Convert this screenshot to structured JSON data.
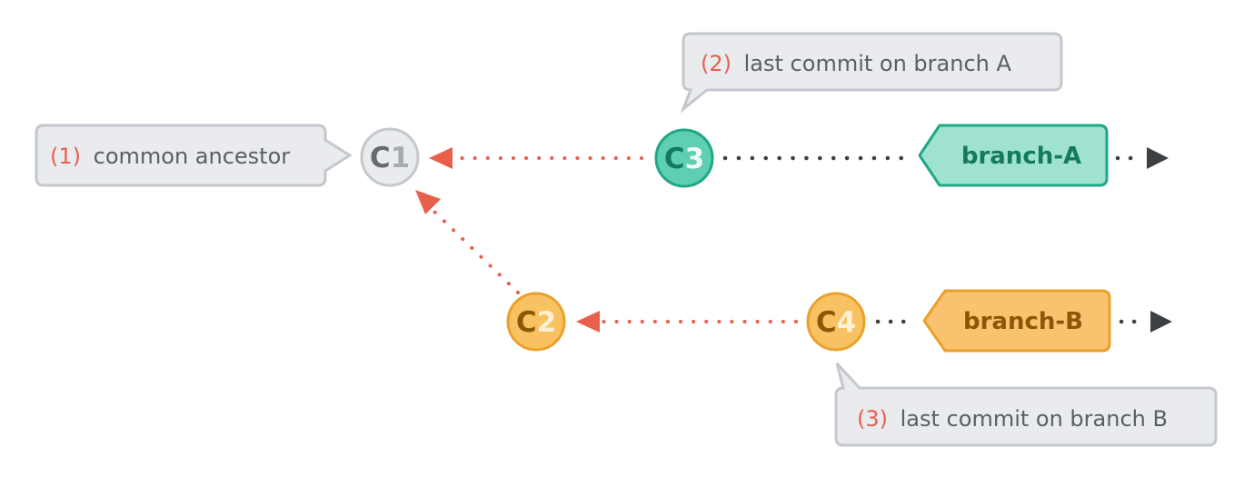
{
  "callouts": {
    "ancestor": {
      "num": "(1)",
      "text": "common ancestor"
    },
    "branch_a": {
      "num": "(2)",
      "text": "last commit on branch A"
    },
    "branch_b": {
      "num": "(3)",
      "text": "last commit on branch B"
    }
  },
  "commits": {
    "c1": {
      "prefix": "C",
      "num": "1"
    },
    "c2": {
      "prefix": "C",
      "num": "2"
    },
    "c3": {
      "prefix": "C",
      "num": "3"
    },
    "c4": {
      "prefix": "C",
      "num": "4"
    }
  },
  "branches": {
    "a": {
      "label": "branch-A"
    },
    "b": {
      "label": "branch-B"
    }
  },
  "colors": {
    "ancestor_fill": "#e9ebee",
    "ancestor_stroke": "#c4c8cd",
    "ancestor_text": "#666b72",
    "ancestor_num": "#a6abb2",
    "teal_fill": "#5fcfb1",
    "teal_stroke": "#1ea886",
    "teal_text": "#137a5f",
    "teal_num": "#eefbf6",
    "orange_fill": "#f8c262",
    "orange_stroke": "#eaa12b",
    "orange_text": "#8a5805",
    "orange_num": "#fdf1d5",
    "branch_a_fill": "#9fe2cf",
    "branch_b_fill": "#f8c26f",
    "arrow_red": "#e8604c",
    "dots_dark": "#3c3f44",
    "callout_fill": "#e9ebee",
    "callout_stroke": "#c4c8cd"
  }
}
